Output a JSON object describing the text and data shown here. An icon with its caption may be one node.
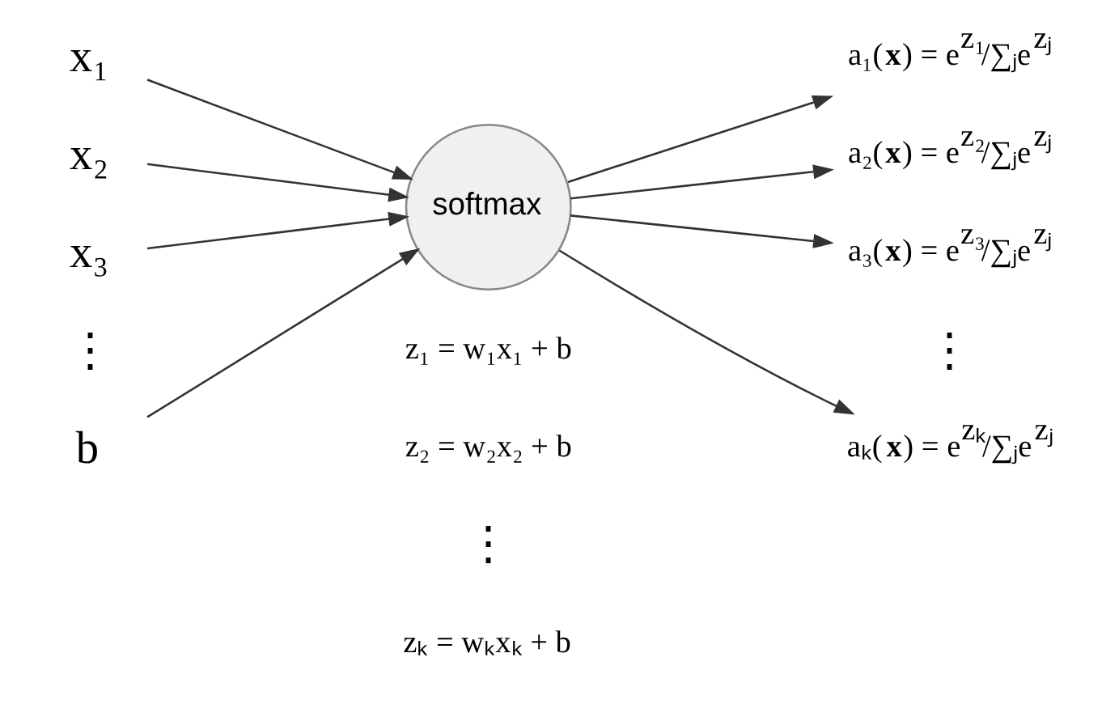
{
  "diagram": {
    "nodes": [
      {
        "text": [
          "x₁"
        ]
      },
      {
        "text": [
          "x₂"
        ]
      },
      {
        "text": [
          "x₃"
        ]
      },
      {
        "text": [
          "b"
        ]
      },
      {
        "text": [
          "softmax"
        ]
      },
      {
        "text": [
          "a₁(**x**) = e$^{z₁}$/∑ⱼe$^{zⱼ}$"
        ]
      },
      {
        "text": [
          "a₂(**x**) = e$^{z₂}$/∑ⱼe$^{zⱼ}$"
        ]
      },
      {
        "text": [
          "a₃(**x**) = e$^{z₃}$/∑ⱼe$^{zⱼ}$"
        ]
      },
      {
        "text": [
          "aₖ(**x**) = e$^{zₖ}$/∑ⱼe$^{zⱼ}$"
        ]
      }
    ],
    "edges": [
      {
        "from": 0,
        "to": 4,
        "arrow": "to"
      },
      {
        "from": 1,
        "to": 4,
        "arrow": "to"
      },
      {
        "from": 2,
        "to": 4,
        "arrow": "to"
      },
      {
        "from": 3,
        "to": 4,
        "arrow": "to"
      },
      {
        "from": 4,
        "to": 5,
        "arrow": "to"
      },
      {
        "from": 4,
        "to": 6,
        "arrow": "to"
      },
      {
        "from": 4,
        "to": 7,
        "arrow": "to"
      },
      {
        "from": 4,
        "to": 8,
        "arrow": "to"
      }
    ],
    "labels": [
      "⋮",
      "⋮",
      "z₁ = w₁x₁ + b",
      "z₂ = w₂x₂ + b",
      "⋮",
      "zₖ = wₖxₖ + b"
    ]
  }
}
